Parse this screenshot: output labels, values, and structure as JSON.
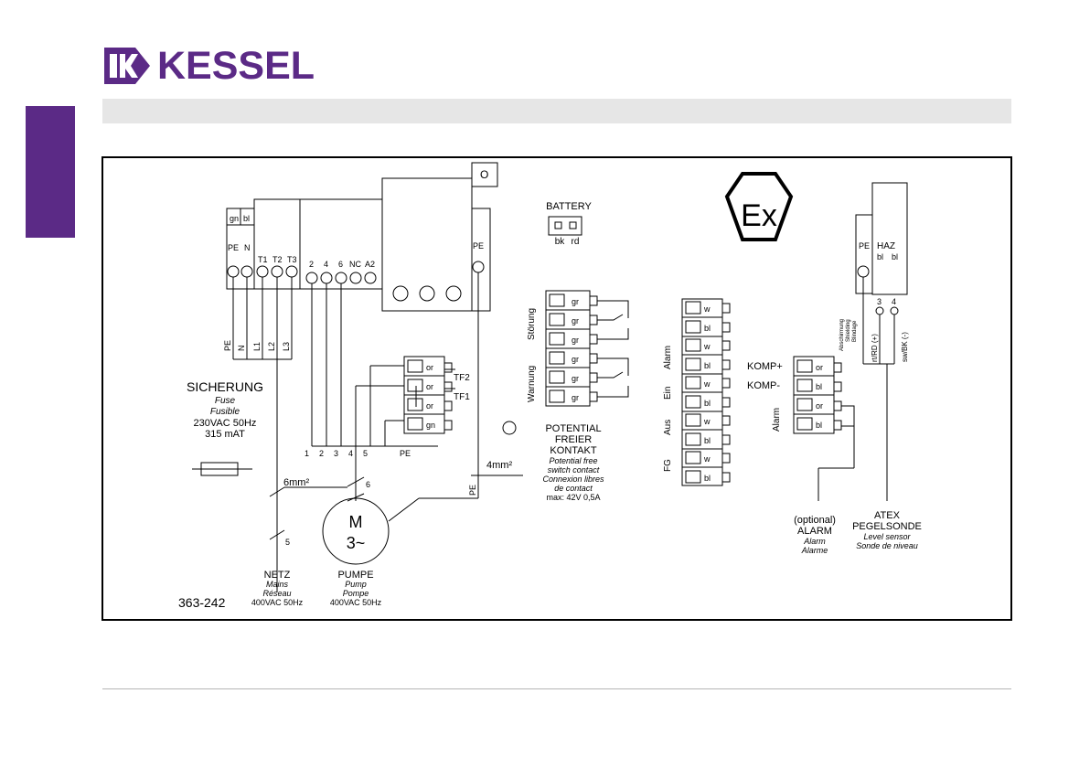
{
  "brand": {
    "name": "KESSEL",
    "color": "#5b2a86"
  },
  "header_bar_color": "#e6e6e6",
  "diagram": {
    "drawing_number": "363-242",
    "fuse": {
      "title": "SICHERUNG",
      "sub1": "Fuse",
      "sub2": "Fusible",
      "rating1": "230VAC 50Hz",
      "rating2": "315 mAT"
    },
    "mains": {
      "title": "NETZ",
      "sub1": "Mains",
      "sub2": "Réseau",
      "rating": "400VAC 50Hz",
      "wire_count": "5",
      "cross_section": "6mm²"
    },
    "pump": {
      "title": "PUMPE",
      "sub1": "Pump",
      "sub2": "Pompe",
      "rating": "400VAC 50Hz",
      "motor_m": "M",
      "motor_phase": "3~",
      "wire_count": "6",
      "pe_cross_section": "4mm²"
    },
    "mains_terminal": {
      "top_labels": [
        "gn",
        "bl"
      ],
      "pe": "PE",
      "n": "N"
    },
    "contactor_labels": [
      "T1",
      "T2",
      "T3"
    ],
    "relay_labels": [
      "2",
      "4",
      "6",
      "NC",
      "A2"
    ],
    "pe_terminal": "PE",
    "wire_labels_top": [
      "PE",
      "N",
      "L1",
      "L2",
      "L3"
    ],
    "wire_labels_bottom": [
      "1",
      "2",
      "3",
      "4",
      "5",
      "PE"
    ],
    "pe_vertical": "PE",
    "thermal": {
      "terminals": [
        "or",
        "or",
        "or",
        "gn"
      ],
      "tf2": "TF2",
      "tf1": "TF1"
    },
    "battery": {
      "title": "BATTERY",
      "bk": "bk",
      "rd": "rd"
    },
    "potential_free": {
      "t1": "POTENTIAL",
      "t2": "FREIER",
      "t3": "KONTAKT",
      "s1": "Potential free",
      "s2": "switch contact",
      "s3": "Connexion libres",
      "s4": "de contact",
      "rating": "max: 42V 0,5A"
    },
    "relay_contacts": {
      "terminals": [
        "gr",
        "gr",
        "gr",
        "gr",
        "gr",
        "gr"
      ],
      "stoerung": "Störung",
      "warnung": "Warnung"
    },
    "signal_block": {
      "terminals": [
        "w",
        "bl",
        "w",
        "bl",
        "w",
        "bl",
        "w",
        "bl",
        "w",
        "bl"
      ],
      "groups": [
        "Alarm",
        "Ein",
        "Aus",
        "FG"
      ]
    },
    "komp": {
      "terminals": [
        "or",
        "bl",
        "or",
        "bl"
      ],
      "plus": "KOMP+",
      "minus": "KOMP-",
      "alarm": "Alarm"
    },
    "optional_alarm": {
      "t1": "(optional)",
      "t2": "ALARM",
      "s1": "Alarm",
      "s2": "Alarme"
    },
    "level_sensor": {
      "t1": "ATEX",
      "t2": "PEGELSONDE",
      "s1": "Level sensor",
      "s2": "Sonde de niveau",
      "haz": "HAZ",
      "bl1": "bl",
      "bl2": "bl",
      "pe": "PE",
      "n3": "3",
      "n4": "4",
      "shield1": "Abschirmung",
      "shield2": "Shielding",
      "shield3": "Blindage",
      "wire_plus": "rt/RD (+)",
      "wire_minus": "sw/BK (-)"
    },
    "ex_symbol": "Ex",
    "box_o": "O"
  }
}
